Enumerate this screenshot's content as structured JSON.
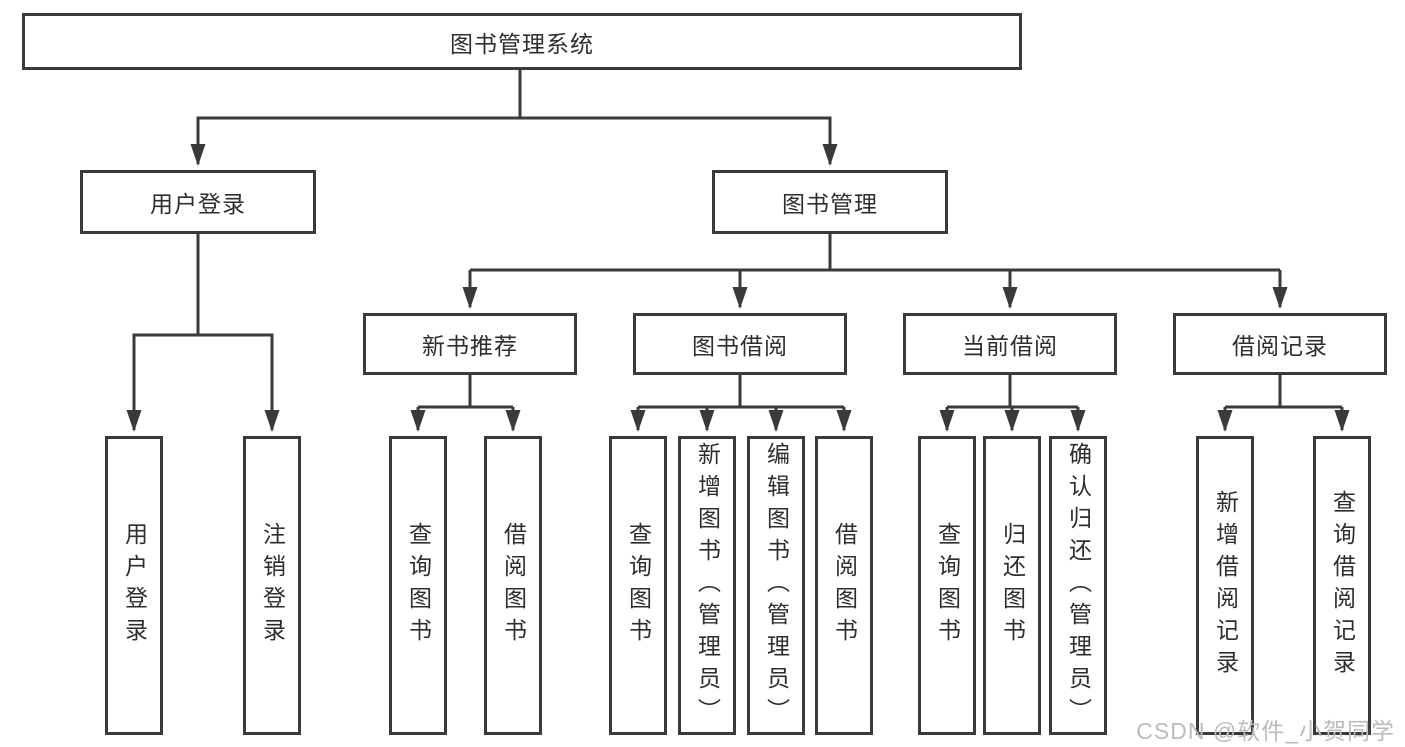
{
  "tree": {
    "root": "图书管理系统",
    "branches": [
      {
        "label": "用户登录",
        "children": [
          "用户登录",
          "注销登录"
        ]
      },
      {
        "label": "图书管理",
        "sections": [
          {
            "label": "新书推荐",
            "children": [
              "查询图书",
              "借阅图书"
            ]
          },
          {
            "label": "图书借阅",
            "children": [
              "查询图书",
              "新增图书（管理员）",
              "编辑图书（管理员）",
              "借阅图书"
            ]
          },
          {
            "label": "当前借阅",
            "children": [
              "查询图书",
              "归还图书",
              "确认归还（管理员）"
            ]
          },
          {
            "label": "借阅记录",
            "children": [
              "新增借阅记录",
              "查询借阅记录"
            ]
          }
        ]
      }
    ]
  },
  "watermark": "CSDN @软件_小贺同学",
  "colors": {
    "line": "#3a3a3a",
    "text": "#2e2e2e",
    "box_background": "#ffffff",
    "watermark": "#bcbcbc"
  }
}
